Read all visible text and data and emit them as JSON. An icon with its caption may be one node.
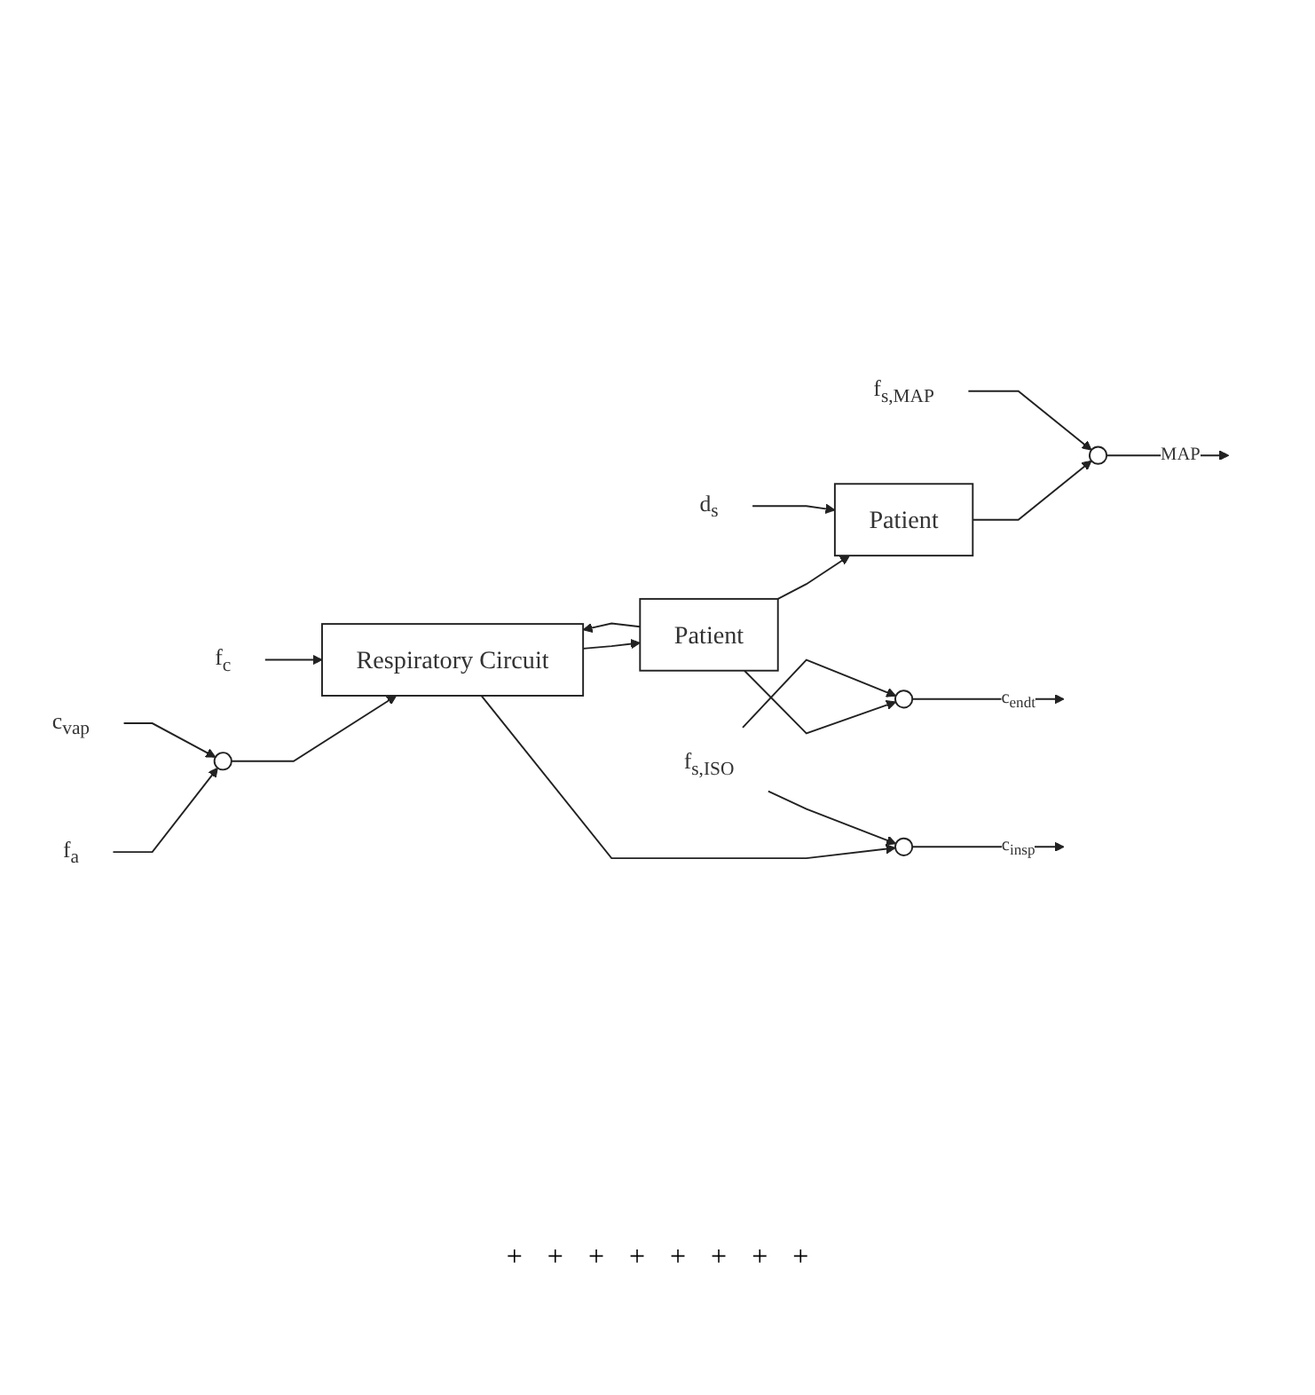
{
  "diagram": {
    "nodes": [
      {
        "text": [
          "f$_{a}$"
        ]
      },
      {
        "text": [
          "f$_{c}$"
        ]
      },
      {
        "text": [
          "c$_{vap}$"
        ]
      },
      {
        "text": [],
        "shape": "circle"
      },
      {
        "text": [
          "Respiratory Circuit"
        ]
      },
      {
        "text": [
          "f$_{s,ISO}$"
        ]
      },
      {
        "text": [],
        "shape": "circle"
      },
      {
        "text": [],
        "shape": "circle"
      },
      {
        "text": [
          "Patient"
        ]
      },
      {
        "text": [
          "d$_{s}$"
        ]
      },
      {
        "text": [
          "Patient"
        ]
      },
      {
        "text": [
          "f$_{s,MAP}$"
        ]
      },
      {
        "text": [],
        "shape": "circle"
      }
    ],
    "edges": [
      {
        "from": 0,
        "to": 3,
        "arrow": "to"
      },
      {
        "from": 2,
        "to": 3,
        "arrow": "to"
      },
      {
        "from": 3,
        "to": 4,
        "arrow": "to"
      },
      {
        "from": 1,
        "to": 4,
        "arrow": "to"
      },
      {
        "from": 4,
        "to": 8,
        "arrow": "to"
      },
      {
        "from": 4,
        "to": 7,
        "arrow": "to"
      },
      {
        "from": 8,
        "to": 4,
        "arrow": "to"
      },
      {
        "from": 8,
        "to": 6,
        "arrow": "to"
      },
      {
        "from": 5,
        "to": 6,
        "arrow": "to"
      },
      {
        "from": 5,
        "to": 7,
        "arrow": "to"
      },
      {
        "from": 6,
        "to": null,
        "arrow": "to",
        "label": "c$_{endt}$"
      },
      {
        "from": 7,
        "to": null,
        "arrow": "to",
        "label": "c$_{insp}$"
      },
      {
        "from": 8,
        "to": 10,
        "arrow": "to"
      },
      {
        "from": 9,
        "to": 10,
        "arrow": "to"
      },
      {
        "from": 10,
        "to": 12,
        "arrow": "to"
      },
      {
        "from": 11,
        "to": 12,
        "arrow": "to"
      },
      {
        "from": 12,
        "to": null,
        "arrow": "to",
        "label": "MAP"
      }
    ],
    "labels": [
      "+",
      "+",
      "+",
      "+",
      "+",
      "+",
      "+",
      "+"
    ]
  }
}
